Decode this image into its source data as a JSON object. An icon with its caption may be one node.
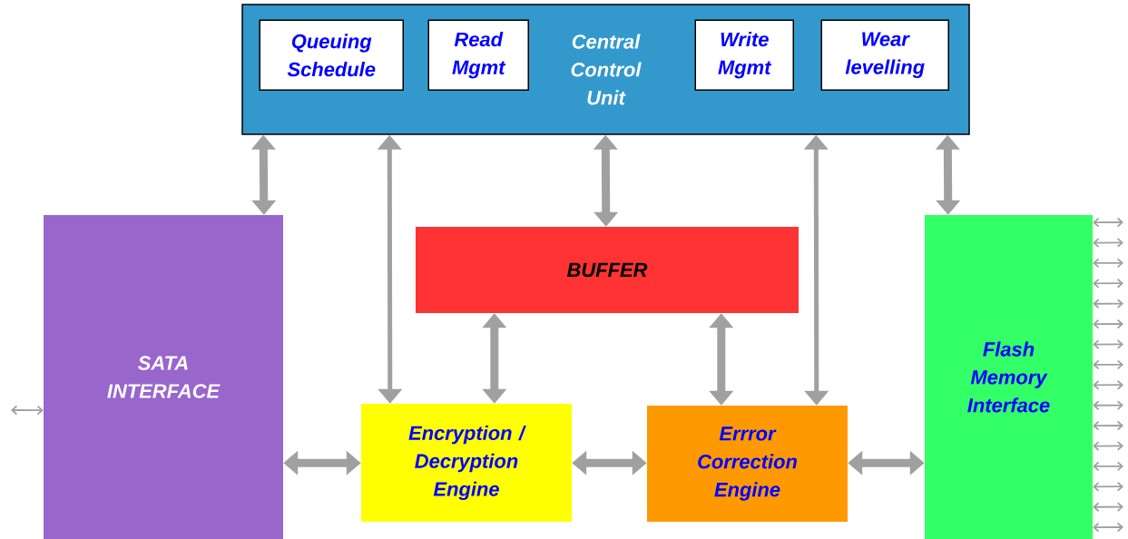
{
  "diagram": {
    "nodes": [
      {
        "text": [
          "Central Control Unit"
        ]
      },
      {
        "text": [
          "Queuing Schedule"
        ],
        "in": 0
      },
      {
        "text": [
          "Read Mgmt"
        ],
        "in": 0
      },
      {
        "text": [
          "Write Mgmt"
        ],
        "in": 0
      },
      {
        "text": [
          "Wear levelling"
        ],
        "in": 0
      },
      {
        "text": [
          "SATA INTERFACE"
        ]
      },
      {
        "text": [
          "BUFFER"
        ]
      },
      {
        "text": [
          "Flash Memory Interface"
        ]
      },
      {
        "text": [
          "Encryption / Decryption Engine"
        ]
      },
      {
        "text": [
          "Errror Correction Engine"
        ]
      }
    ],
    "edges": [
      {
        "from": 0,
        "to": 5,
        "arrow": "both",
        "style": "thick"
      },
      {
        "from": 0,
        "to": 8,
        "arrow": "both",
        "style": "thick"
      },
      {
        "from": 0,
        "to": 6,
        "arrow": "both",
        "style": "thick"
      },
      {
        "from": 0,
        "to": 9,
        "arrow": "both",
        "style": "thick"
      },
      {
        "from": 0,
        "to": 7,
        "arrow": "both",
        "style": "thick"
      },
      {
        "from": 6,
        "to": 8,
        "arrow": "both",
        "style": "thick"
      },
      {
        "from": 6,
        "to": 9,
        "arrow": "both",
        "style": "thick"
      },
      {
        "from": 5,
        "to": 8,
        "arrow": "both",
        "style": "thick"
      },
      {
        "from": 8,
        "to": 9,
        "arrow": "both",
        "style": "thick"
      },
      {
        "from": 9,
        "to": 7,
        "arrow": "both",
        "style": "thick"
      },
      {
        "from": null,
        "to": 5,
        "arrow": "both"
      },
      {
        "from": 7,
        "to": null,
        "arrow": "both"
      },
      {
        "from": 7,
        "to": null,
        "arrow": "both"
      },
      {
        "from": 7,
        "to": null,
        "arrow": "both"
      },
      {
        "from": 7,
        "to": null,
        "arrow": "both"
      },
      {
        "from": 7,
        "to": null,
        "arrow": "both"
      },
      {
        "from": 7,
        "to": null,
        "arrow": "both"
      },
      {
        "from": 7,
        "to": null,
        "arrow": "both"
      },
      {
        "from": 7,
        "to": null,
        "arrow": "both"
      },
      {
        "from": 7,
        "to": null,
        "arrow": "both"
      },
      {
        "from": 7,
        "to": null,
        "arrow": "both"
      },
      {
        "from": 7,
        "to": null,
        "arrow": "both"
      },
      {
        "from": 7,
        "to": null,
        "arrow": "both"
      },
      {
        "from": 7,
        "to": null,
        "arrow": "both"
      },
      {
        "from": 7,
        "to": null,
        "arrow": "both"
      },
      {
        "from": 7,
        "to": null,
        "arrow": "both"
      },
      {
        "from": 7,
        "to": null,
        "arrow": "both"
      }
    ]
  }
}
